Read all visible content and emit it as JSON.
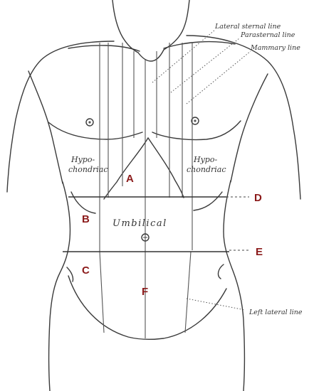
{
  "labels": {
    "lateral_sternal_line": "Lateral sternal line",
    "parasternal_line": "Parasternal line",
    "mammary_line": "Mammary line",
    "left_lateral_line": "Left lateral line",
    "hypo_left_1": "Hypo-",
    "hypo_left_2": "chondriac",
    "hypo_right_1": "Hypo-",
    "hypo_right_2": "chondriac",
    "umbilical": "Umbilical"
  },
  "markers": {
    "A": "A",
    "B": "B",
    "C": "C",
    "D": "D",
    "E": "E",
    "F": "F"
  },
  "colors": {
    "marker_red": "#8b1a1a",
    "line": "#3a3a3a"
  }
}
